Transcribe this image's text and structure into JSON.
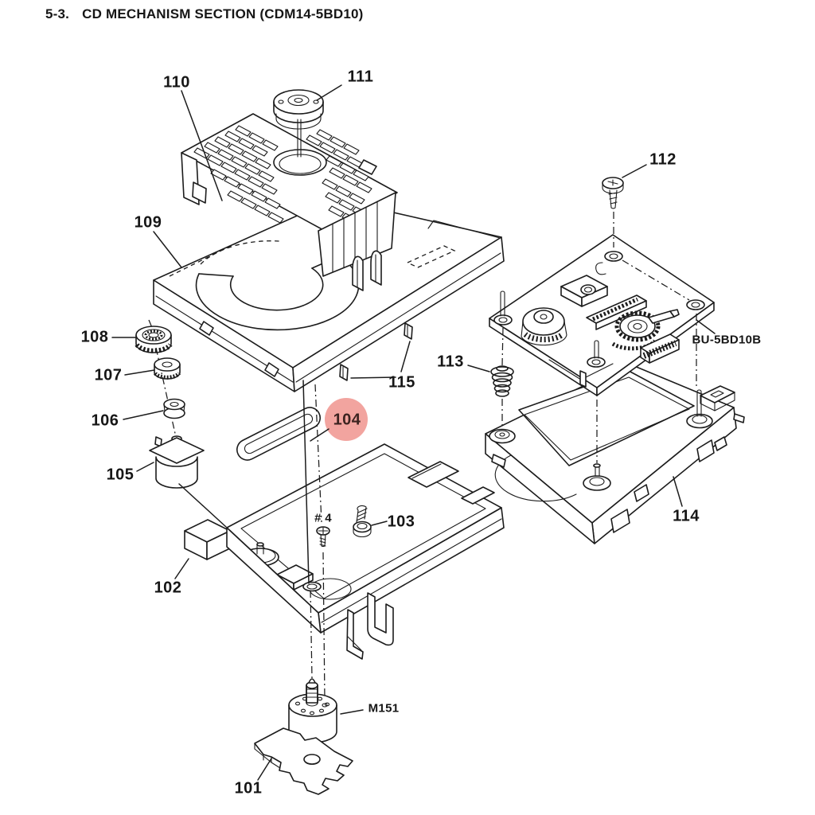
{
  "page": {
    "section_number": "5-3.",
    "section_title": "CD MECHANISM SECTION (CDM14-5BD10)"
  },
  "diagram": {
    "type": "exploded-parts-diagram",
    "background_color": "#ffffff",
    "line_color": "#1c1c1c",
    "highlight": {
      "part": "104",
      "color": "#f2a49f",
      "text_color": "#3c2320"
    },
    "labels": [
      {
        "id": "110",
        "text": "110"
      },
      {
        "id": "111",
        "text": "111"
      },
      {
        "id": "109",
        "text": "109"
      },
      {
        "id": "108",
        "text": "108"
      },
      {
        "id": "107",
        "text": "107"
      },
      {
        "id": "106",
        "text": "106"
      },
      {
        "id": "105",
        "text": "105"
      },
      {
        "id": "104",
        "text": "104",
        "highlighted": true
      },
      {
        "id": "115",
        "text": "115"
      },
      {
        "id": "113",
        "text": "113"
      },
      {
        "id": "112",
        "text": "112"
      },
      {
        "id": "BU-5BD10B",
        "text": "BU-5BD10B"
      },
      {
        "id": "114",
        "text": "114"
      },
      {
        "id": "103",
        "text": "103"
      },
      {
        "id": "#4",
        "text": "# 4"
      },
      {
        "id": "102",
        "text": "102"
      },
      {
        "id": "M151",
        "text": "M151"
      },
      {
        "id": "101",
        "text": "101"
      }
    ]
  }
}
